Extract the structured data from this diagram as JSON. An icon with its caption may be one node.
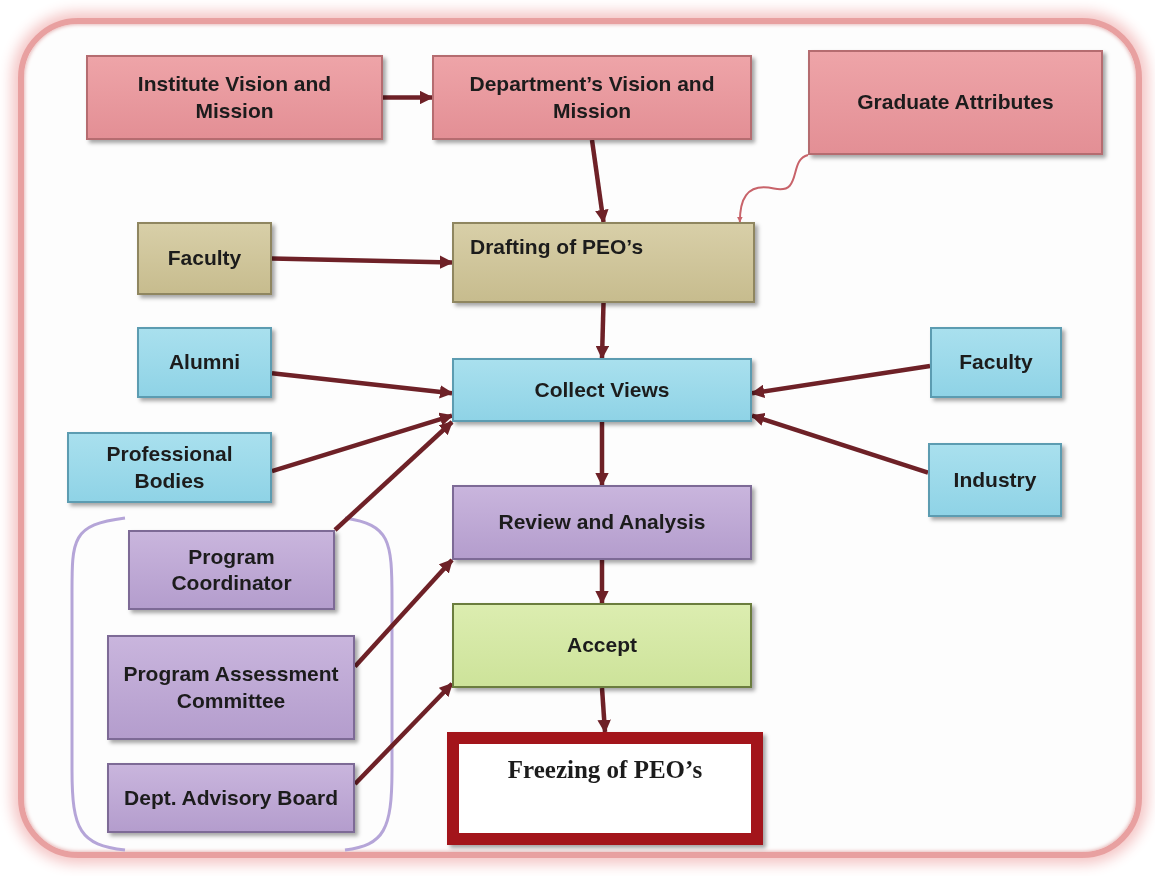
{
  "diagram": {
    "nodes": [
      {
        "text": [
          "Institute Vision and Mission"
        ]
      },
      {
        "text": [
          "Department’s Vision and Mission"
        ]
      },
      {
        "text": [
          "Graduate Attributes"
        ]
      },
      {
        "text": [
          "Faculty"
        ]
      },
      {
        "text": [
          "Drafting of PEO’s"
        ]
      },
      {
        "text": [
          "Alumni"
        ]
      },
      {
        "text": [
          "Collect Views"
        ]
      },
      {
        "text": [
          "Faculty"
        ]
      },
      {
        "text": [
          "Professional Bodies"
        ]
      },
      {
        "text": [
          "Industry"
        ]
      },
      {
        "text": [
          "Review and Analysis"
        ]
      },
      {
        "text": [
          "Program Coordinator"
        ]
      },
      {
        "text": [
          "Program Assessment Committee"
        ]
      },
      {
        "text": [
          "Accept"
        ]
      },
      {
        "text": [
          "Dept. Advisory Board"
        ]
      },
      {
        "text": [
          "Freezing of PEO’s"
        ]
      }
    ],
    "edges": [
      {
        "from": 0,
        "to": 1,
        "arrow": "to"
      },
      {
        "from": 1,
        "to": 4,
        "arrow": "to"
      },
      {
        "from": 2,
        "to": 4,
        "arrow": "to",
        "color": "#c8636a"
      },
      {
        "from": 3,
        "to": 4,
        "arrow": "to"
      },
      {
        "from": 4,
        "to": 6,
        "arrow": "to"
      },
      {
        "from": 5,
        "to": 6,
        "arrow": "to"
      },
      {
        "from": 8,
        "to": 6,
        "arrow": "to"
      },
      {
        "from": 11,
        "to": 6,
        "arrow": "to"
      },
      {
        "from": 7,
        "to": 6,
        "arrow": "to"
      },
      {
        "from": 9,
        "to": 6,
        "arrow": "to"
      },
      {
        "from": 6,
        "to": 10,
        "arrow": "to"
      },
      {
        "from": 12,
        "to": 10,
        "arrow": "to"
      },
      {
        "from": 10,
        "to": 13,
        "arrow": "to"
      },
      {
        "from": 14,
        "to": 13,
        "arrow": "to"
      },
      {
        "from": 13,
        "to": 15,
        "arrow": "to"
      }
    ]
  }
}
